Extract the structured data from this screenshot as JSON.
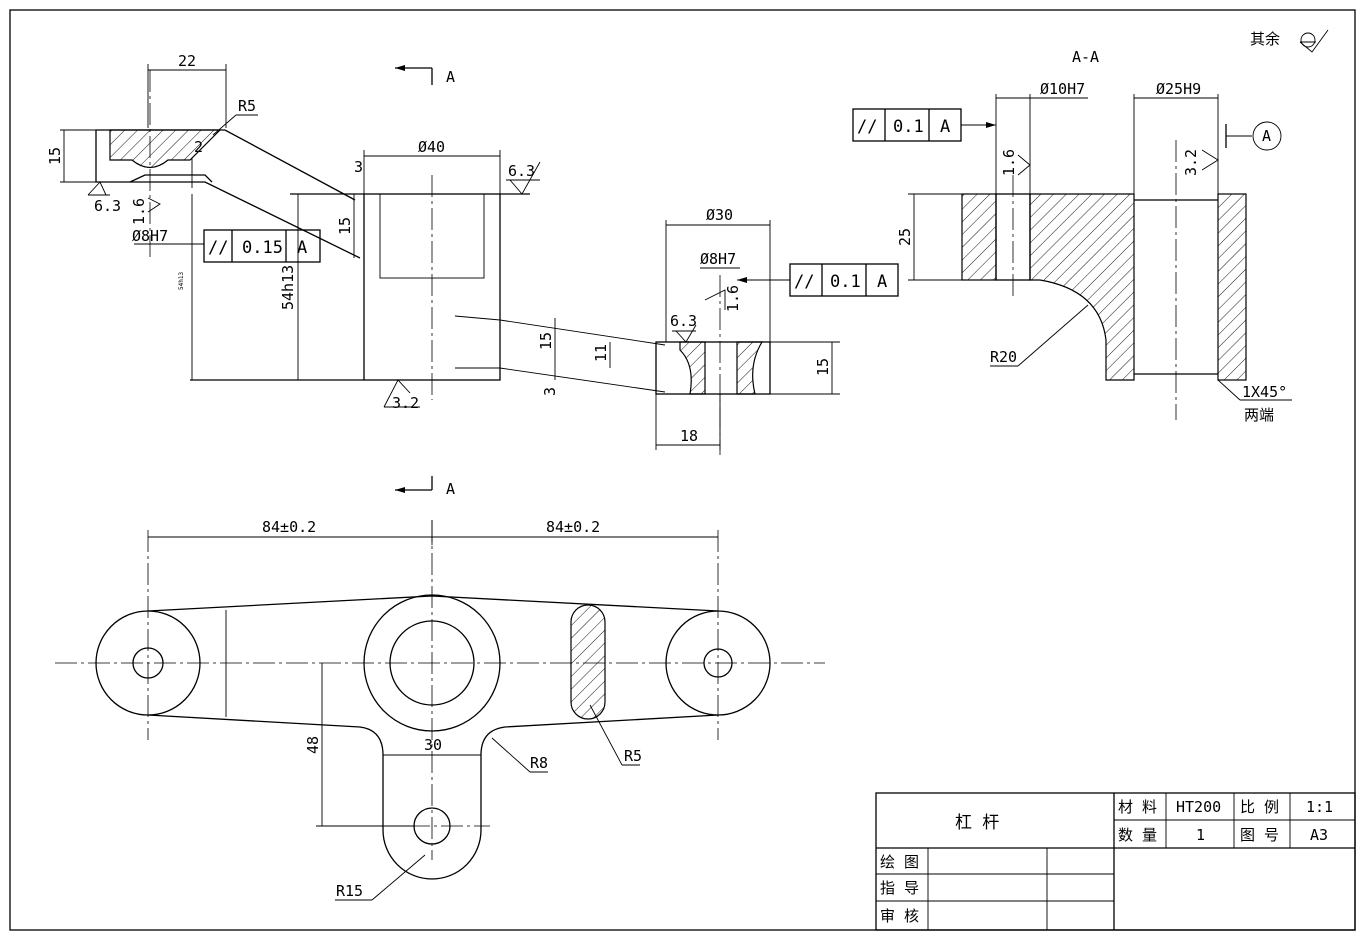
{
  "drawing": {
    "section_marker": "A",
    "section_title": "A-A",
    "surface_note": "其余",
    "datum": "A",
    "side_view": {
      "dim_22": "22",
      "r5": "R5",
      "dim_15": "15",
      "dim_2": "2",
      "rough_63": "6.3",
      "rough_16": "1.6",
      "dia_8h7": "Ø8H7",
      "tol_sym": "//",
      "tol_val": "0.15",
      "tol_datum": "A"
    },
    "front_view": {
      "dia_40": "Ø40",
      "dim_3": "3",
      "rough_63": "6.3",
      "dim_15": "15",
      "dim_54": "54h13",
      "dim_54_small": "54h13",
      "dim_15b": "15",
      "dim_3b": "3",
      "rough_32": "3.2"
    },
    "right_boss": {
      "dia_30": "Ø30",
      "dia_8h7": "Ø8H7",
      "rough_16": "1.6",
      "rough_63": "6.3",
      "dim_11": "11",
      "dim_15": "15",
      "dim_18": "18",
      "tol_sym": "//",
      "tol_val": "0.1",
      "tol_datum": "A"
    },
    "section_view": {
      "dia_10h7": "Ø10H7",
      "dia_25h9": "Ø25H9",
      "tol_sym": "//",
      "tol_val": "0.1",
      "tol_datum": "A",
      "rough_16": "1.6",
      "rough_32": "3.2",
      "dim_25": "25",
      "r20": "R20",
      "chamfer": "1X45°",
      "chamfer_note": "两端"
    },
    "top_view": {
      "dim_84_left": "84±0.2",
      "dim_84_right": "84±0.2",
      "dim_48": "48",
      "dim_30": "30",
      "r8": "R8",
      "r5": "R5",
      "r15": "R15"
    }
  },
  "title_block": {
    "part_name": "杠   杆",
    "material_label": "材 料",
    "material_value": "HT200",
    "scale_label": "比 例",
    "scale_value": "1:1",
    "qty_label": "数 量",
    "qty_value": "1",
    "drawing_no_label": "图 号",
    "drawing_no_value": "A3",
    "drawn_label": "绘 图",
    "guide_label": "指 导",
    "review_label": "审 核"
  }
}
